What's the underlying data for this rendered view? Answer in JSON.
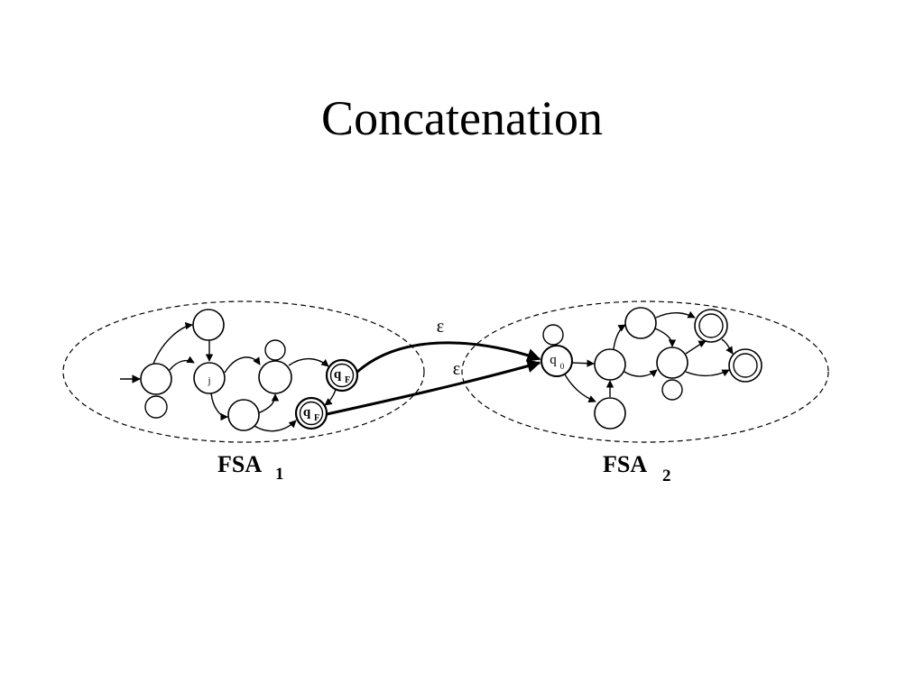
{
  "slide": {
    "title": "Concatenation"
  },
  "diagram": {
    "fsa1": {
      "label": "FSA",
      "subscript": "1"
    },
    "fsa2": {
      "label": "FSA",
      "subscript": "2"
    },
    "state_labels": {
      "j": "j",
      "qF": "q",
      "qF_sub": "F",
      "q0": "q",
      "q0_sub": "0"
    },
    "epsilon_upper": "ε",
    "epsilon_lower": "ε"
  }
}
